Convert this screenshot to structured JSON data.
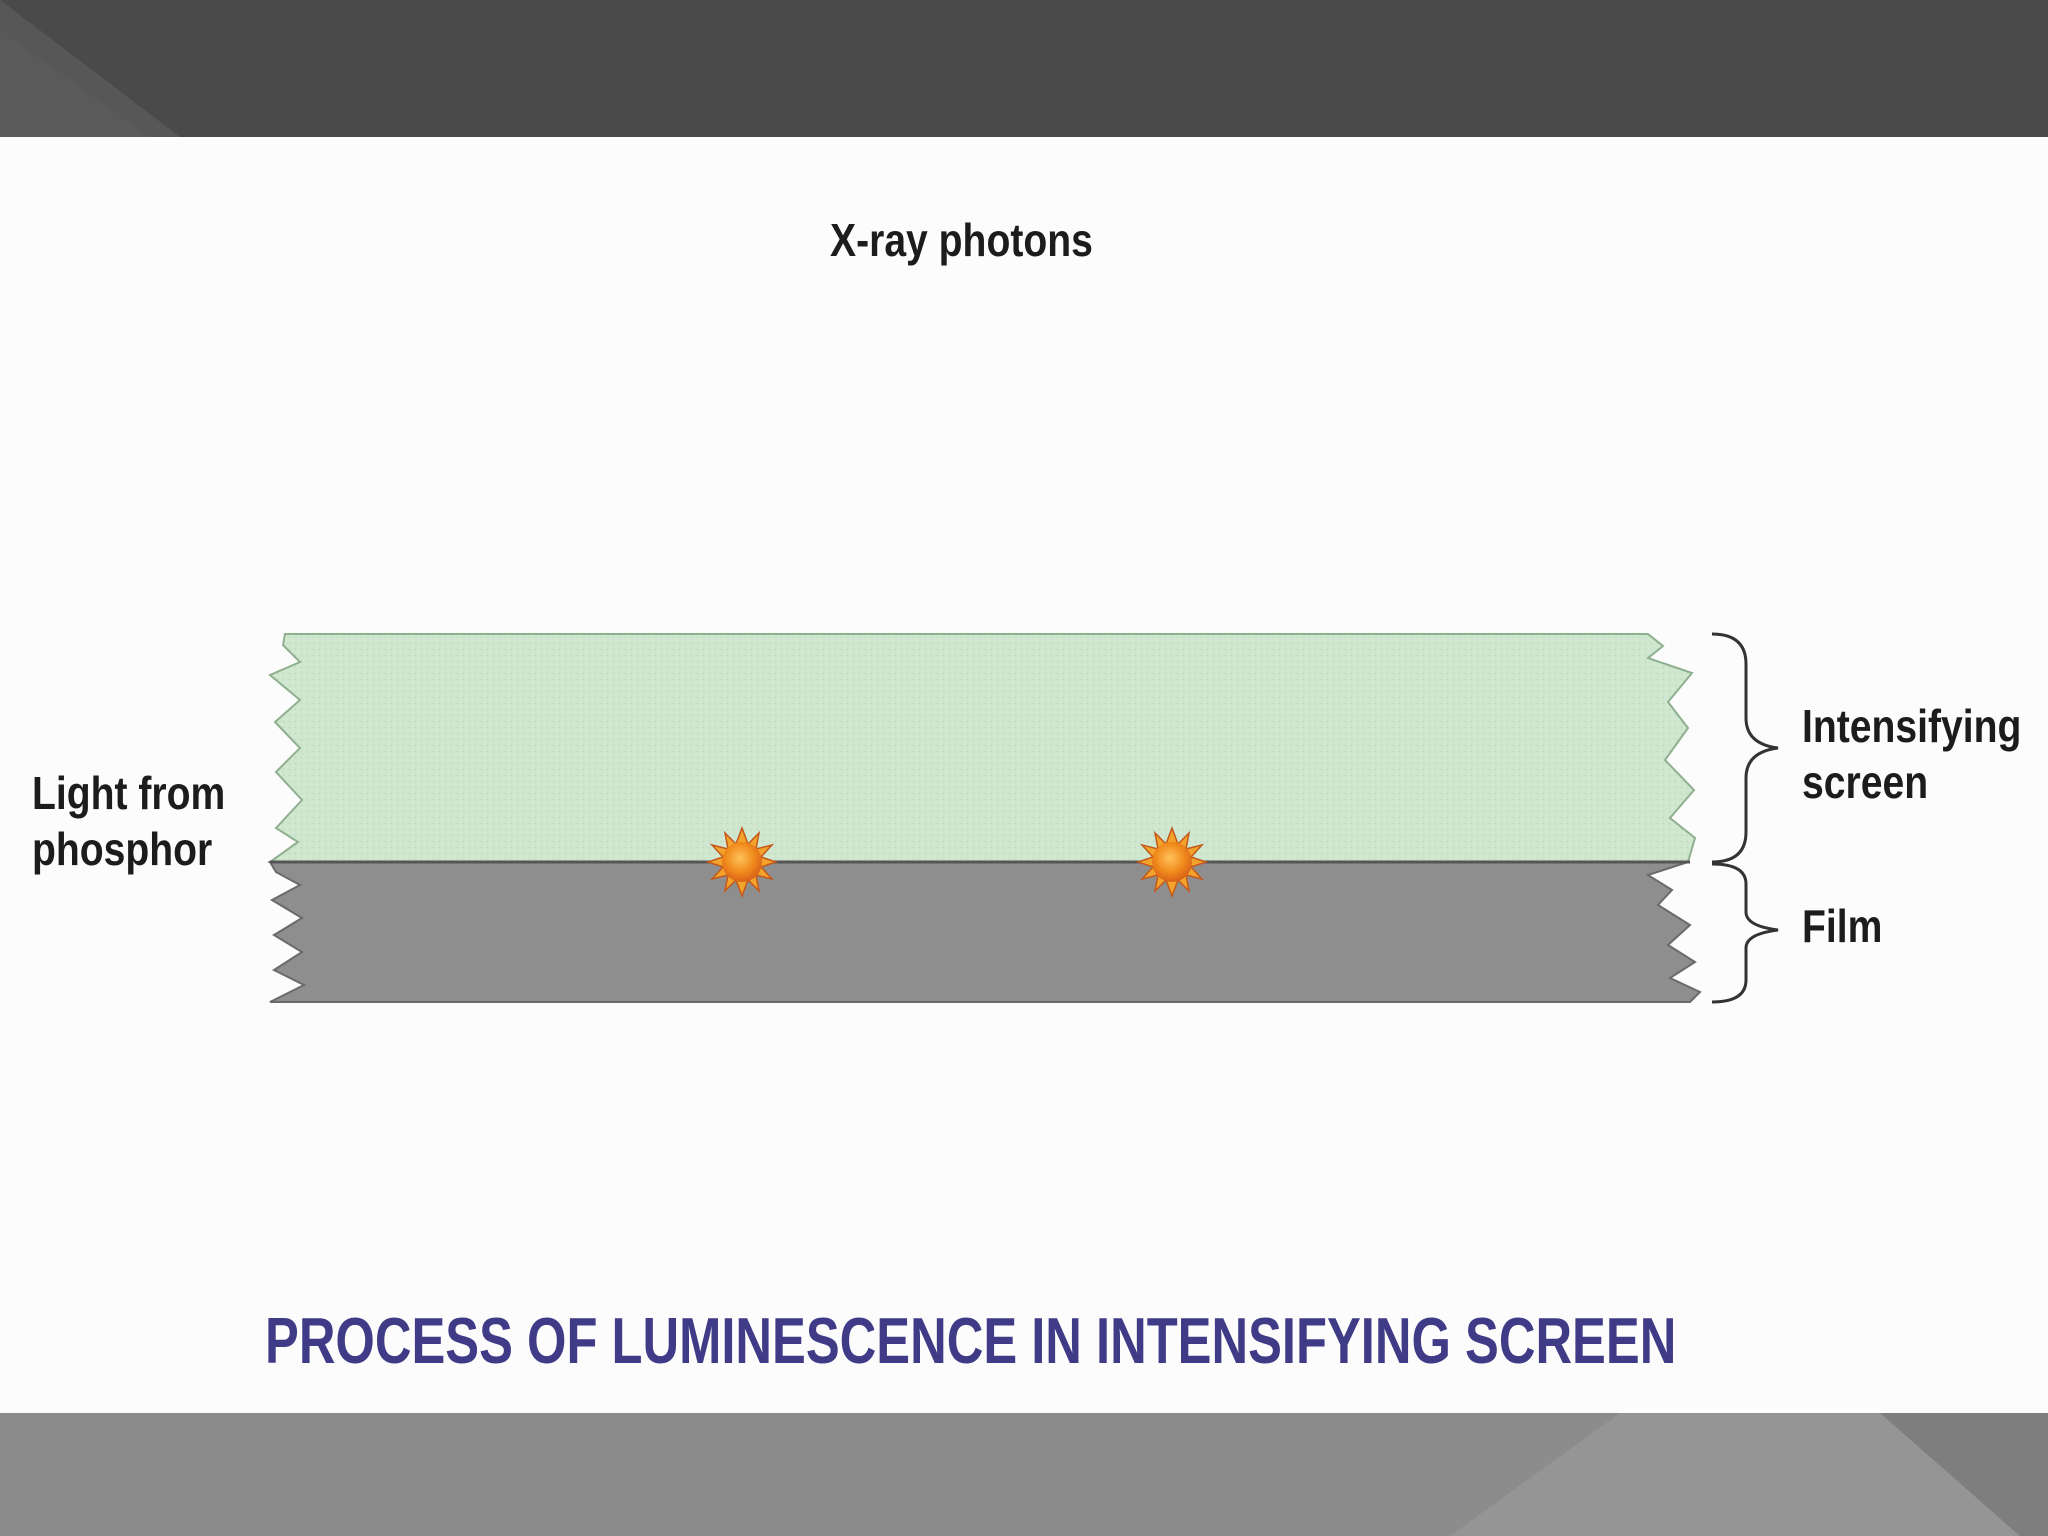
{
  "slide": {
    "caption": "PROCESS OF LUMINESCENCE IN INTENSIFYING SCREEN"
  },
  "diagram": {
    "top_label": "X-ray photons",
    "left_label": "Light from phosphor",
    "layers": [
      {
        "label": "Intensifying screen",
        "color": "#cfe6cf"
      },
      {
        "label": "Film",
        "color": "#8e8e8e"
      }
    ],
    "light_burst_count": 2,
    "burst_color": "#f08a1c"
  },
  "colors": {
    "top_band": "#4a4a4a",
    "bottom_band": "#8c8c8c",
    "caption": "#3f3b87"
  }
}
